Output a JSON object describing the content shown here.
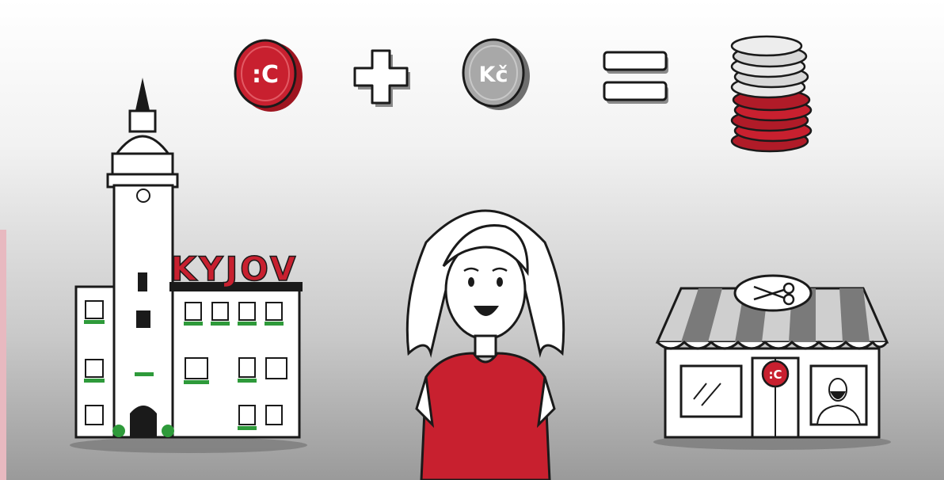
{
  "scene": {
    "colors": {
      "accent_red": "#c8202f",
      "coin_gray": "#9a9a9a",
      "ink": "#1a1a1a"
    },
    "equation": {
      "local_coin_symbol": ":C",
      "operator_plus": "+",
      "crown_coin_symbol": "Kč",
      "operator_equals": "="
    },
    "town_hall": {
      "sign": "KYJOV"
    },
    "shop": {
      "badge_symbol": ":C",
      "sign_icon": "scissors-icon"
    }
  }
}
